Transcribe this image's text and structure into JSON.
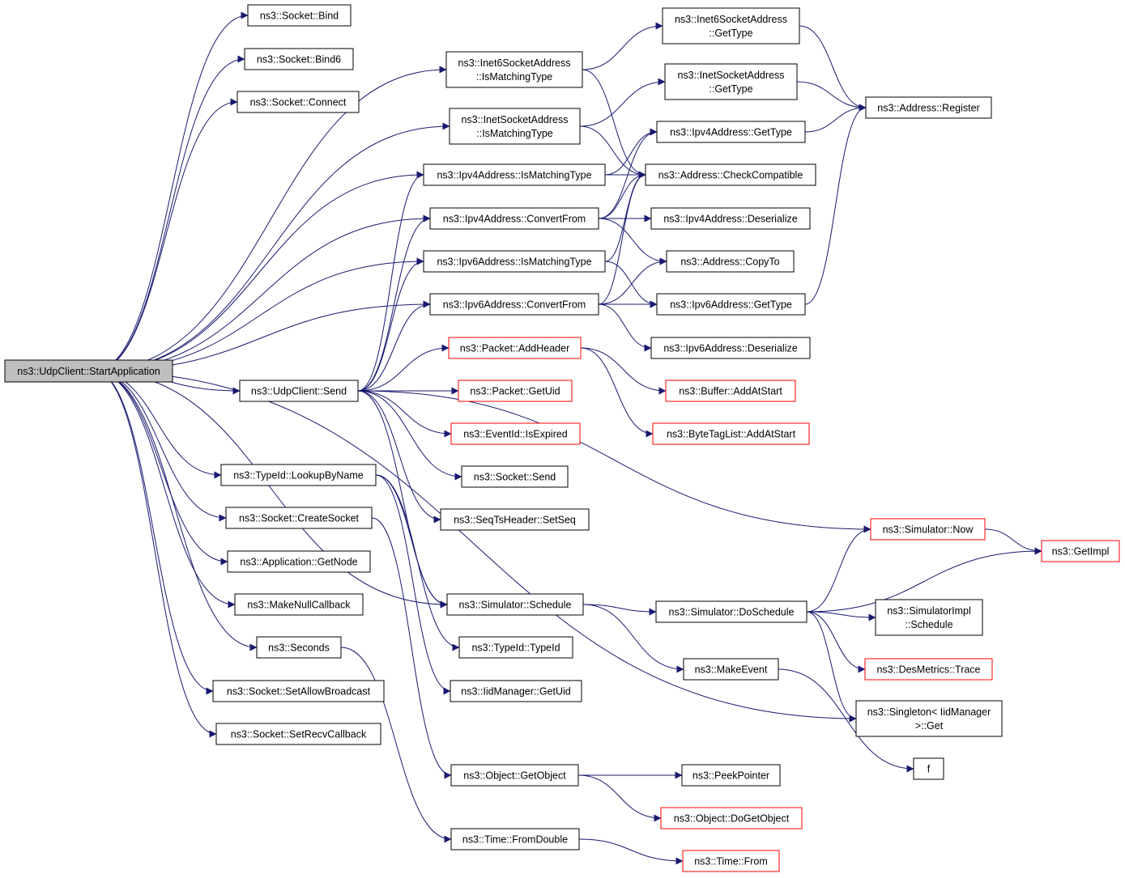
{
  "colors": {
    "edge": "#191970",
    "border_normal": "#000000",
    "border_truncated": "#ff0000",
    "root_fill": "#bfbfbf",
    "node_fill": "#ffffff"
  },
  "nodes": [
    {
      "id": "root",
      "lines": [
        "ns3::UdpClient::StartApplication"
      ],
      "style": "root"
    },
    {
      "id": "sockbind",
      "lines": [
        "ns3::Socket::Bind"
      ],
      "style": "normal"
    },
    {
      "id": "sockbind6",
      "lines": [
        "ns3::Socket::Bind6"
      ],
      "style": "normal"
    },
    {
      "id": "sockconnect",
      "lines": [
        "ns3::Socket::Connect"
      ],
      "style": "normal"
    },
    {
      "id": "i6match",
      "lines": [
        "ns3::Inet6SocketAddress",
        "::IsMatchingType"
      ],
      "style": "normal"
    },
    {
      "id": "i4match",
      "lines": [
        "ns3::InetSocketAddress",
        "::IsMatchingType"
      ],
      "style": "normal"
    },
    {
      "id": "ip4match",
      "lines": [
        "ns3::Ipv4Address::IsMatchingType"
      ],
      "style": "normal"
    },
    {
      "id": "ip4conv",
      "lines": [
        "ns3::Ipv4Address::ConvertFrom"
      ],
      "style": "normal"
    },
    {
      "id": "ip6match",
      "lines": [
        "ns3::Ipv6Address::IsMatchingType"
      ],
      "style": "normal"
    },
    {
      "id": "ip6conv",
      "lines": [
        "ns3::Ipv6Address::ConvertFrom"
      ],
      "style": "normal"
    },
    {
      "id": "udpsend",
      "lines": [
        "ns3::UdpClient::Send"
      ],
      "style": "normal"
    },
    {
      "id": "addheader",
      "lines": [
        "ns3::Packet::AddHeader"
      ],
      "style": "truncated"
    },
    {
      "id": "getuid",
      "lines": [
        "ns3::Packet::GetUid"
      ],
      "style": "truncated"
    },
    {
      "id": "expired",
      "lines": [
        "ns3::EventId::IsExpired"
      ],
      "style": "truncated"
    },
    {
      "id": "socksend",
      "lines": [
        "ns3::Socket::Send"
      ],
      "style": "normal"
    },
    {
      "id": "setseq",
      "lines": [
        "ns3::SeqTsHeader::SetSeq"
      ],
      "style": "normal"
    },
    {
      "id": "lookup",
      "lines": [
        "ns3::TypeId::LookupByName"
      ],
      "style": "normal"
    },
    {
      "id": "createsock",
      "lines": [
        "ns3::Socket::CreateSocket"
      ],
      "style": "normal"
    },
    {
      "id": "getnode",
      "lines": [
        "ns3::Application::GetNode"
      ],
      "style": "normal"
    },
    {
      "id": "nullcb",
      "lines": [
        "ns3::MakeNullCallback"
      ],
      "style": "normal"
    },
    {
      "id": "seconds",
      "lines": [
        "ns3::Seconds"
      ],
      "style": "normal"
    },
    {
      "id": "allowbc",
      "lines": [
        "ns3::Socket::SetAllowBroadcast"
      ],
      "style": "normal"
    },
    {
      "id": "recvcb",
      "lines": [
        "ns3::Socket::SetRecvCallback"
      ],
      "style": "normal"
    },
    {
      "id": "schedule",
      "lines": [
        "ns3::Simulator::Schedule"
      ],
      "style": "normal"
    },
    {
      "id": "typeid",
      "lines": [
        "ns3::TypeId::TypeId"
      ],
      "style": "normal"
    },
    {
      "id": "iidget",
      "lines": [
        "ns3::IidManager::GetUid"
      ],
      "style": "normal"
    },
    {
      "id": "getobject",
      "lines": [
        "ns3::Object::GetObject"
      ],
      "style": "normal"
    },
    {
      "id": "fromdouble",
      "lines": [
        "ns3::Time::FromDouble"
      ],
      "style": "normal"
    },
    {
      "id": "i6gettype",
      "lines": [
        "ns3::Inet6SocketAddress",
        "::GetType"
      ],
      "style": "normal"
    },
    {
      "id": "i4gettype",
      "lines": [
        "ns3::InetSocketAddress",
        "::GetType"
      ],
      "style": "normal"
    },
    {
      "id": "ip4gettype",
      "lines": [
        "ns3::Ipv4Address::GetType"
      ],
      "style": "normal"
    },
    {
      "id": "checkcompat",
      "lines": [
        "ns3::Address::CheckCompatible"
      ],
      "style": "normal"
    },
    {
      "id": "ip4deser",
      "lines": [
        "ns3::Ipv4Address::Deserialize"
      ],
      "style": "normal"
    },
    {
      "id": "copyto",
      "lines": [
        "ns3::Address::CopyTo"
      ],
      "style": "normal"
    },
    {
      "id": "ip6gettype",
      "lines": [
        "ns3::Ipv6Address::GetType"
      ],
      "style": "normal"
    },
    {
      "id": "ip6deser",
      "lines": [
        "ns3::Ipv6Address::Deserialize"
      ],
      "style": "normal"
    },
    {
      "id": "addatstart",
      "lines": [
        "ns3::Buffer::AddAtStart"
      ],
      "style": "truncated"
    },
    {
      "id": "btladd",
      "lines": [
        "ns3::ByteTagList::AddAtStart"
      ],
      "style": "truncated"
    },
    {
      "id": "register",
      "lines": [
        "ns3::Address::Register"
      ],
      "style": "normal"
    },
    {
      "id": "now",
      "lines": [
        "ns3::Simulator::Now"
      ],
      "style": "truncated"
    },
    {
      "id": "getimpl",
      "lines": [
        "ns3::GetImpl"
      ],
      "style": "truncated"
    },
    {
      "id": "doschedule",
      "lines": [
        "ns3::Simulator::DoSchedule"
      ],
      "style": "normal"
    },
    {
      "id": "implsched",
      "lines": [
        "ns3::SimulatorImpl",
        "::Schedule"
      ],
      "style": "normal"
    },
    {
      "id": "trace",
      "lines": [
        "ns3::DesMetrics::Trace"
      ],
      "style": "truncated"
    },
    {
      "id": "makeevent",
      "lines": [
        "ns3::MakeEvent"
      ],
      "style": "normal"
    },
    {
      "id": "singleton",
      "lines": [
        "ns3::Singleton< IidManager",
        " >::Get"
      ],
      "style": "normal"
    },
    {
      "id": "f",
      "lines": [
        "f"
      ],
      "style": "normal"
    },
    {
      "id": "peek",
      "lines": [
        "ns3::PeekPointer"
      ],
      "style": "normal"
    },
    {
      "id": "dogetobj",
      "lines": [
        "ns3::Object::DoGetObject"
      ],
      "style": "truncated"
    },
    {
      "id": "timefrom",
      "lines": [
        "ns3::Time::From"
      ],
      "style": "truncated"
    }
  ],
  "edges": [
    [
      "root",
      "sockbind"
    ],
    [
      "root",
      "sockbind6"
    ],
    [
      "root",
      "sockconnect"
    ],
    [
      "root",
      "i6match"
    ],
    [
      "root",
      "i4match"
    ],
    [
      "root",
      "ip4match"
    ],
    [
      "root",
      "ip4conv"
    ],
    [
      "root",
      "ip6match"
    ],
    [
      "root",
      "ip6conv"
    ],
    [
      "root",
      "udpsend"
    ],
    [
      "root",
      "lookup"
    ],
    [
      "root",
      "createsock"
    ],
    [
      "root",
      "getnode"
    ],
    [
      "root",
      "nullcb"
    ],
    [
      "root",
      "seconds"
    ],
    [
      "root",
      "allowbc"
    ],
    [
      "root",
      "recvcb"
    ],
    [
      "root",
      "schedule"
    ],
    [
      "root",
      "singleton"
    ],
    [
      "i6match",
      "i6gettype"
    ],
    [
      "i6match",
      "checkcompat"
    ],
    [
      "i4match",
      "i4gettype"
    ],
    [
      "i4match",
      "checkcompat"
    ],
    [
      "ip4match",
      "ip4gettype"
    ],
    [
      "ip4match",
      "checkcompat"
    ],
    [
      "ip4conv",
      "ip4gettype"
    ],
    [
      "ip4conv",
      "checkcompat"
    ],
    [
      "ip4conv",
      "ip4deser"
    ],
    [
      "ip4conv",
      "copyto"
    ],
    [
      "ip6match",
      "ip6gettype"
    ],
    [
      "ip6match",
      "checkcompat"
    ],
    [
      "ip6conv",
      "ip6gettype"
    ],
    [
      "ip6conv",
      "checkcompat"
    ],
    [
      "ip6conv",
      "copyto"
    ],
    [
      "ip6conv",
      "ip6deser"
    ],
    [
      "udpsend",
      "ip4match"
    ],
    [
      "udpsend",
      "ip4conv"
    ],
    [
      "udpsend",
      "ip6match"
    ],
    [
      "udpsend",
      "ip6conv"
    ],
    [
      "udpsend",
      "addheader"
    ],
    [
      "udpsend",
      "getuid"
    ],
    [
      "udpsend",
      "expired"
    ],
    [
      "udpsend",
      "socksend"
    ],
    [
      "udpsend",
      "setseq"
    ],
    [
      "udpsend",
      "now"
    ],
    [
      "udpsend",
      "schedule"
    ],
    [
      "addheader",
      "addatstart"
    ],
    [
      "addheader",
      "btladd"
    ],
    [
      "i6gettype",
      "register"
    ],
    [
      "i4gettype",
      "register"
    ],
    [
      "ip4gettype",
      "register"
    ],
    [
      "ip6gettype",
      "register"
    ],
    [
      "lookup",
      "schedule"
    ],
    [
      "lookup",
      "typeid"
    ],
    [
      "lookup",
      "iidget"
    ],
    [
      "createsock",
      "getobject"
    ],
    [
      "seconds",
      "fromdouble"
    ],
    [
      "schedule",
      "doschedule"
    ],
    [
      "schedule",
      "makeevent"
    ],
    [
      "doschedule",
      "now"
    ],
    [
      "doschedule",
      "getimpl"
    ],
    [
      "doschedule",
      "implsched"
    ],
    [
      "doschedule",
      "trace"
    ],
    [
      "doschedule",
      "singleton"
    ],
    [
      "now",
      "getimpl"
    ],
    [
      "makeevent",
      "f"
    ],
    [
      "getobject",
      "peek"
    ],
    [
      "getobject",
      "dogetobj"
    ],
    [
      "fromdouble",
      "timefrom"
    ]
  ]
}
